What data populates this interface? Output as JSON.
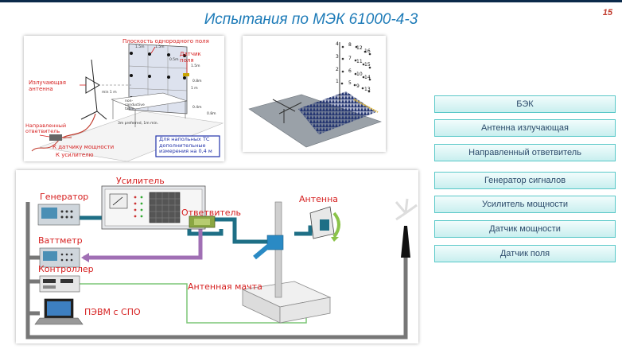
{
  "slide": {
    "title": "Испытания по МЭК 61000-4-3",
    "page_number": "15"
  },
  "legend_buttons": [
    "БЭК",
    "Антенна излучающая",
    "Направленный ответвитель",
    "Генератор сигналов",
    "Усилитель мощности",
    "Датчик мощности",
    "Датчик поля"
  ],
  "sketch": {
    "uniform_field_plane": "Плоскость однородного поля",
    "field_sensor": "Датчик поля",
    "radiating_antenna": "Излучающая антенна",
    "directional_coupler": "Направленный ответвитель",
    "to_power_sensor": "К датчику мощности",
    "to_amplifier": "К усилителю",
    "floor_note": "Для напольных ТС дополнительные измерения на 0,4 м",
    "dim_15m_1": "1.5m",
    "dim_15m_2": "1.5m",
    "dim_05m": "0.5m",
    "dim_15m_3": "1.5m",
    "dim_08m": "0.8m",
    "dim_1m": "1 m",
    "min_1m": "min 1 m",
    "non_conductive": "non-conductive table",
    "dim_3m": "3m preferred, 1m min.",
    "dim_04m": "0.4m",
    "dim_08m_2": "0.8m"
  },
  "chamber": {
    "grid_numbers": [
      "4",
      "8",
      "12",
      "16",
      "3",
      "7",
      "11",
      "15",
      "2",
      "6",
      "10",
      "14",
      "1",
      "5",
      "9",
      "13"
    ]
  },
  "schematic": {
    "generator": "Генератор",
    "amplifier": "Усилитель",
    "coupler": "Ответвитель",
    "antenna": "Антенна",
    "wattmeter": "Ваттметр",
    "controller": "Контроллер",
    "antenna_mast": "Антенная мачта",
    "pc": "ПЭВМ с СПО"
  },
  "colors": {
    "title": "#1d7bb8",
    "page_number": "#c0392b",
    "cable_teal": "#1e6f86",
    "cable_purple": "#a06fb4",
    "cable_green": "#7cc576",
    "label_red": "#d62020",
    "button_border": "#59c8c8"
  }
}
